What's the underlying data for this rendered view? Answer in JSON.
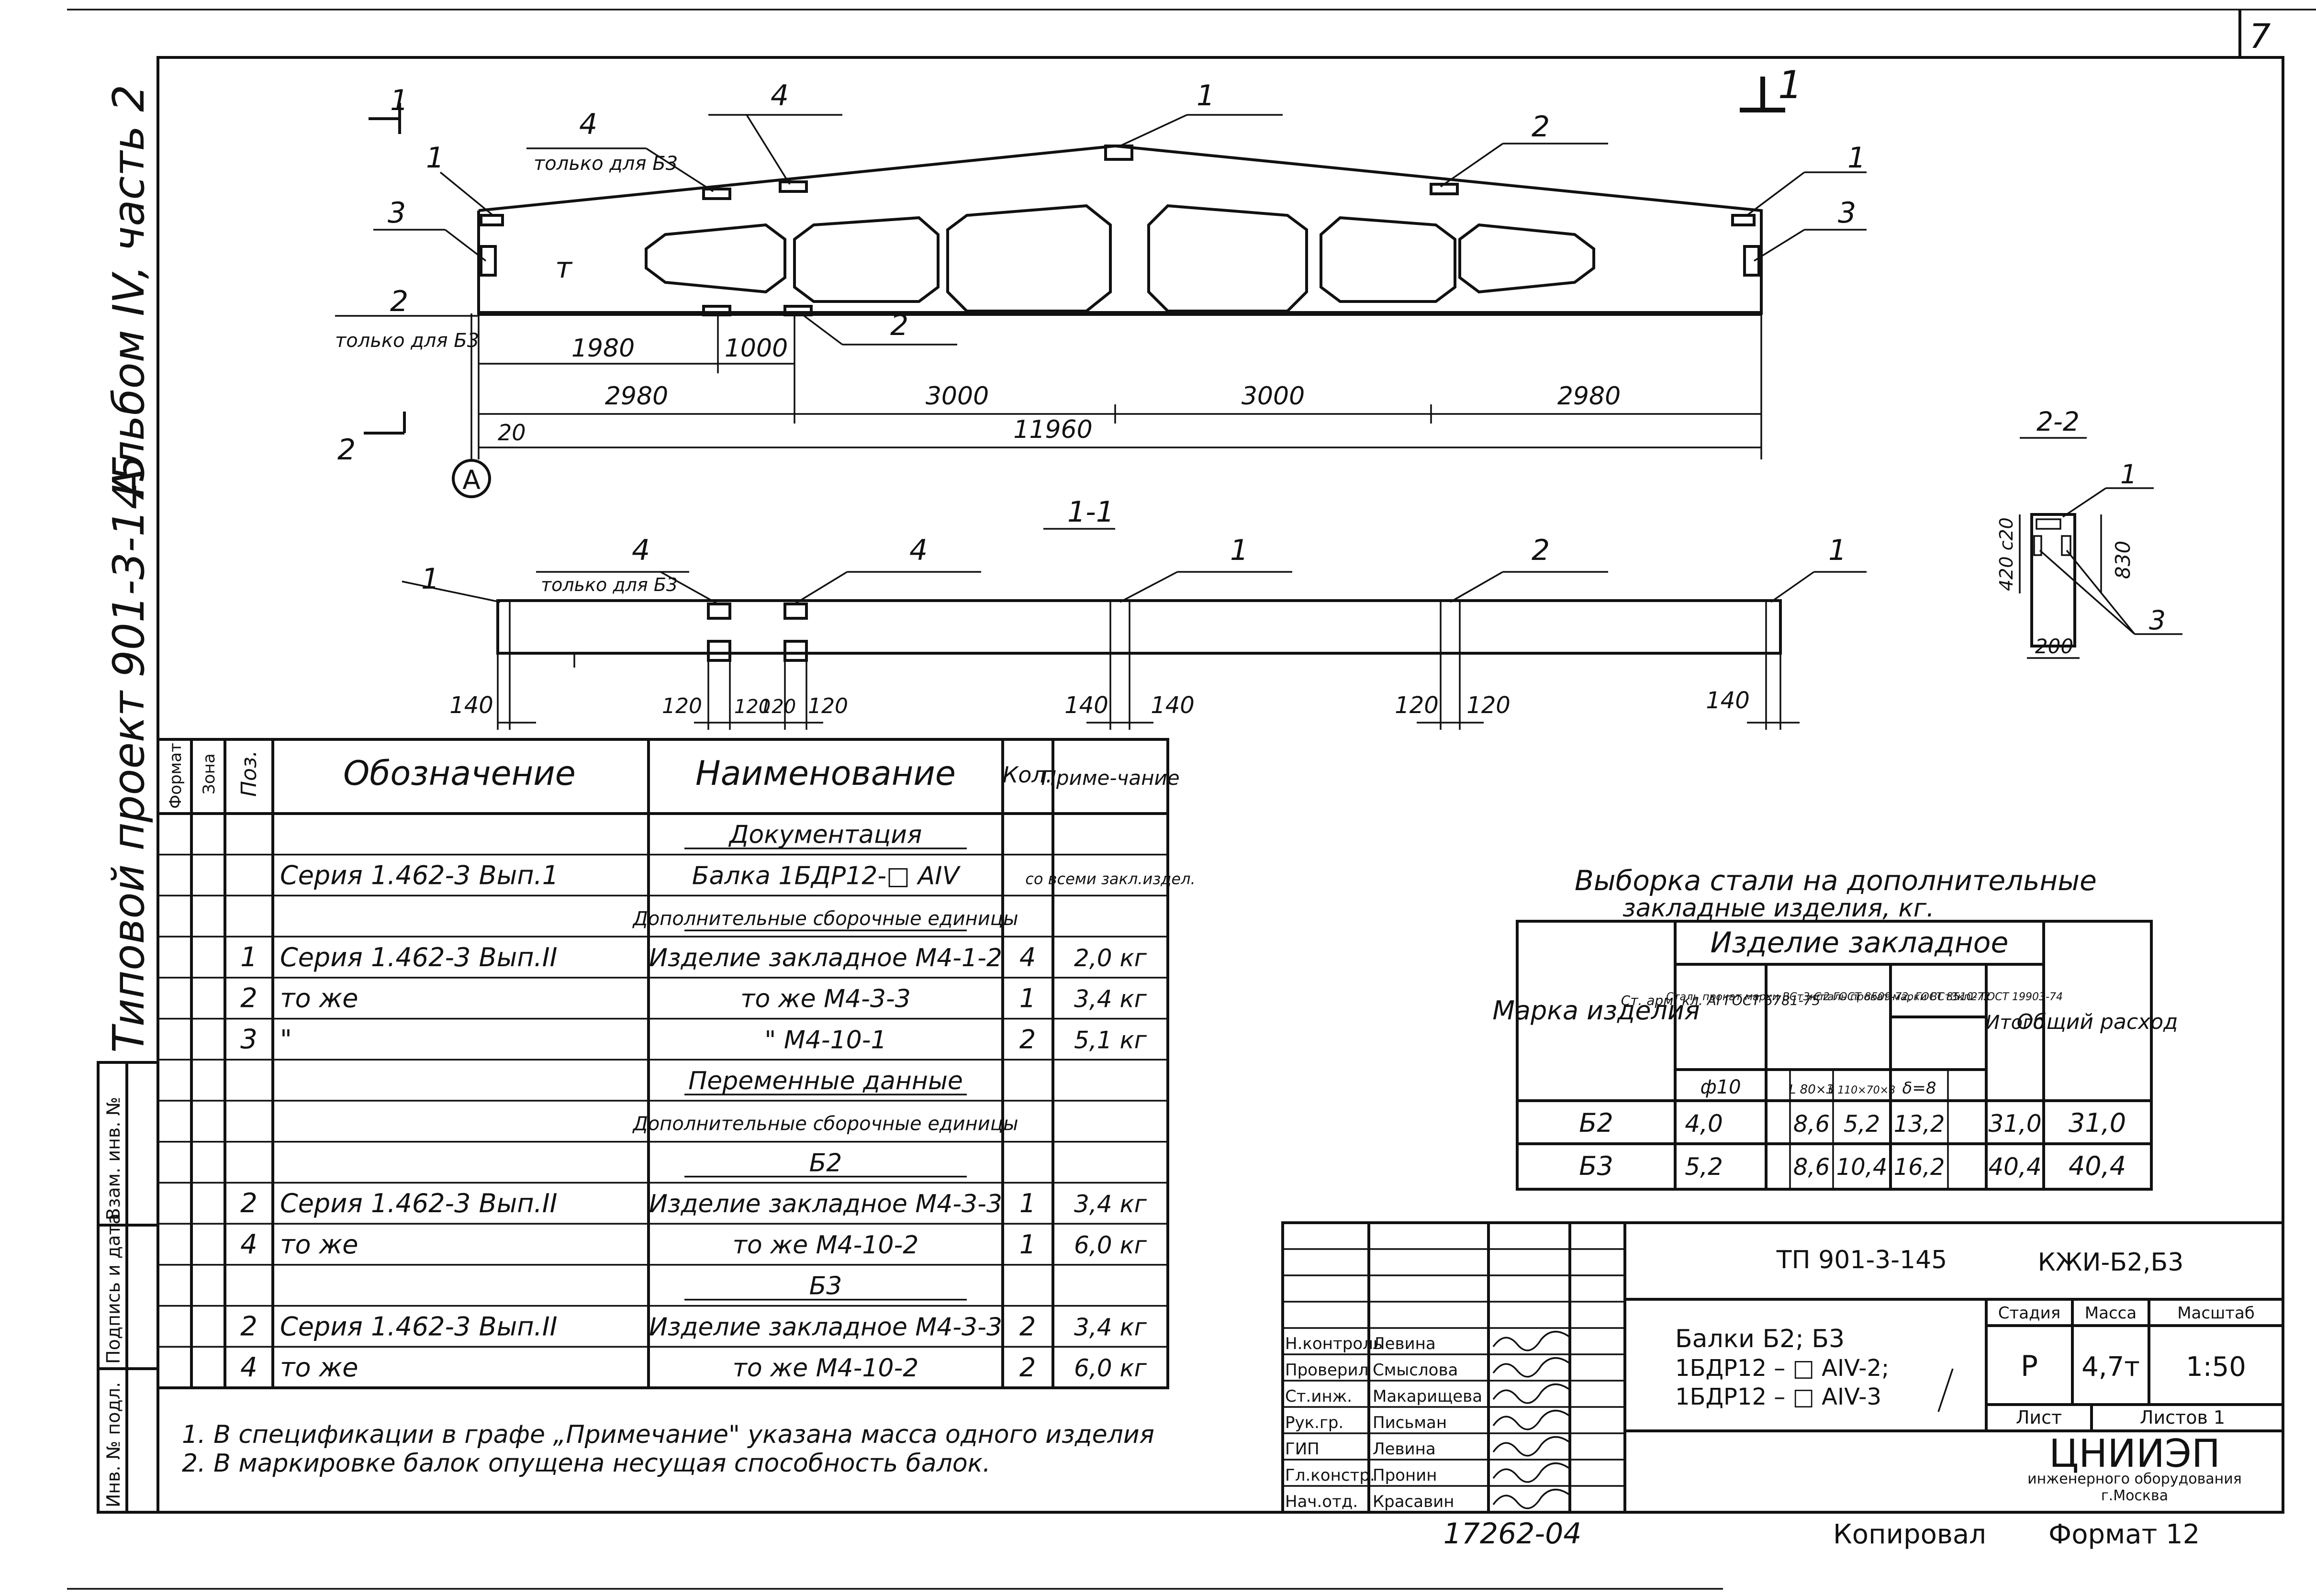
{
  "sheet_number": "7",
  "side_margin": {
    "album": "Альбом IV, часть 2",
    "project": "Типовой проект 901-3-145",
    "inv_boxes": [
      "Инв. № подл.",
      "Подпись и дата",
      "Взам. инв. №"
    ]
  },
  "elevation": {
    "section_mark_top": "1",
    "section_mark_top_right": "1",
    "section_mark_left": "2",
    "axis_label": "A",
    "mark_letter": "т",
    "callouts": {
      "only_for_b3": "только для Б3",
      "only_for_b3_bottom": "только для Б3",
      "n1_left": "1",
      "n1_top": "1",
      "n1_right": "1",
      "n2_top_right": "2",
      "n2_bottom_left": "2",
      "n2_bottom": "2",
      "n3_left": "3",
      "n3_right": "3",
      "n4_a": "4",
      "n4_b": "4"
    },
    "dimensions": {
      "d_1980": "1980",
      "d_1000": "1000",
      "d_2980a": "2980",
      "d_3000a": "3000",
      "d_3000b": "3000",
      "d_2980b": "2980",
      "d_11960": "11960",
      "d_20": "20"
    }
  },
  "plan_section": {
    "title": "1-1",
    "only_for_b3": "только для Б3",
    "callouts": {
      "n1_left": "1",
      "n4_a": "4",
      "n4_b": "4",
      "n1_mid": "1",
      "n2": "2",
      "n1_right": "1"
    },
    "dimensions": {
      "d140a": "140",
      "d120a": "120",
      "d120b": "120",
      "d120c": "120",
      "d120d": "120",
      "d140b": "140",
      "d140c": "140",
      "d120e": "120",
      "d120f": "120",
      "d140d": "140"
    }
  },
  "section_2_2": {
    "title": "2-2",
    "callout_1": "1",
    "callout_3": "3",
    "dim_height": "420 с20",
    "dim_830": "830",
    "dim_width": "200"
  },
  "spec_table": {
    "headers": {
      "format": "Формат",
      "zone": "Зона",
      "pos": "Поз.",
      "designation": "Обозначение",
      "name": "Наименование",
      "qty": "Кол.",
      "note": "Приме-чание"
    },
    "rows": [
      {
        "pos": "",
        "designation": "",
        "name": "Документация",
        "qty": "",
        "note": "",
        "heading": true
      },
      {
        "pos": "",
        "designation": "Серия 1.462-3 Вып.1",
        "name": "Балка 1БДР12-□ AIV",
        "qty": "",
        "note": "со всеми закл.издел."
      },
      {
        "pos": "",
        "designation": "",
        "name": "Дополнительные сборочные единицы",
        "qty": "",
        "note": "",
        "heading": true
      },
      {
        "pos": "1",
        "designation": "Серия 1.462-3 Вып.II",
        "name": "Изделие закладное М4-1-2",
        "qty": "4",
        "note": "2,0 кг"
      },
      {
        "pos": "2",
        "designation": "то же",
        "name": "то же М4-3-3",
        "qty": "1",
        "note": "3,4 кг"
      },
      {
        "pos": "3",
        "designation": "\"",
        "name": "\" М4-10-1",
        "qty": "2",
        "note": "5,1 кг"
      },
      {
        "pos": "",
        "designation": "",
        "name": "Переменные данные",
        "qty": "",
        "note": "",
        "heading": true
      },
      {
        "pos": "",
        "designation": "",
        "name": "Дополнительные сборочные единицы",
        "qty": "",
        "note": ""
      },
      {
        "pos": "",
        "designation": "",
        "name": "Б2",
        "qty": "",
        "note": "",
        "heading": true
      },
      {
        "pos": "2",
        "designation": "Серия 1.462-3 Вып.II",
        "name": "Изделие закладное М4-3-3",
        "qty": "1",
        "note": "3,4 кг"
      },
      {
        "pos": "4",
        "designation": "то же",
        "name": "то же М4-10-2",
        "qty": "1",
        "note": "6,0 кг"
      },
      {
        "pos": "",
        "designation": "",
        "name": "Б3",
        "qty": "",
        "note": "",
        "heading": true
      },
      {
        "pos": "2",
        "designation": "Серия 1.462-3 Вып.II",
        "name": "Изделие закладное М4-3-3",
        "qty": "2",
        "note": "3,4 кг"
      },
      {
        "pos": "4",
        "designation": "то же",
        "name": "то же М4-10-2",
        "qty": "2",
        "note": "6,0 кг"
      }
    ]
  },
  "notes": [
    "1. В спецификации в графе „Примечание\" указана масса одного изделия",
    "2. В маркировке балок опущена несущая способность балок."
  ],
  "steel_table": {
    "title_line1": "Выборка стали на дополнительные",
    "title_line2": "закладные изделия, кг.",
    "header_mark": "Марка изделия",
    "header_group": "Изделие закладное",
    "header_total": "Общий расход",
    "header_itogo": "Итого",
    "col_arm": "Ст. арм. кл. AI ГОСТ 5781-75",
    "col_prokat1": "Сталь прокат марки ВСт3кп2 ГОСТ 8509-72, ГОСТ 8510-72",
    "col_prokat2": "Сталь прокат марки ВСт3кп2 ГОСТ 19903-74",
    "sub_d10": "ф10",
    "sub_l1": "L 80×3",
    "sub_l2": "L 110×70×8",
    "sub_d8": "δ=8",
    "rows": [
      {
        "mark": "Б2",
        "arm": "4,0",
        "p1a": "8,6",
        "p1b": "5,2",
        "p2": "13,2",
        "itogo": "31,0",
        "total": "31,0"
      },
      {
        "mark": "Б3",
        "arm": "5,2",
        "p1a": "8,6",
        "p1b": "10,4",
        "p2": "16,2",
        "itogo": "40,4",
        "total": "40,4"
      }
    ]
  },
  "title_block": {
    "code_left": "ТП 901-3-145",
    "code_right": "КЖИ-Б2,Б3",
    "title_line1": "Балки Б2; Б3",
    "title_line2": "1БДР12 – □ AIV-2;",
    "title_line3": "1БДР12 – □ AIV-3",
    "stage_label": "Стадия",
    "mass_label": "Масса",
    "scale_label": "Масштаб",
    "stage": "Р",
    "mass": "4,7т",
    "scale": "1:50",
    "sheet_label": "Лист",
    "sheets_label": "Листов 1",
    "org_name": "ЦНИИЭП",
    "org_line2": "инженерного оборудования",
    "org_line3": "г.Москва",
    "roles": [
      {
        "role": "Н.контроль",
        "name": "Левина"
      },
      {
        "role": "Проверил",
        "name": "Смыслова"
      },
      {
        "role": "Ст.инж.",
        "name": "Макарищева"
      },
      {
        "role": "Рук.гр.",
        "name": "Письман"
      },
      {
        "role": "ГИП",
        "name": "Левина"
      },
      {
        "role": "Гл.констр.",
        "name": "Пронин"
      },
      {
        "role": "Нач.отд.",
        "name": "Красавин"
      }
    ]
  },
  "footer": {
    "doc_number": "17262-04",
    "copied_by": "Копировал",
    "format": "Формат 12"
  }
}
